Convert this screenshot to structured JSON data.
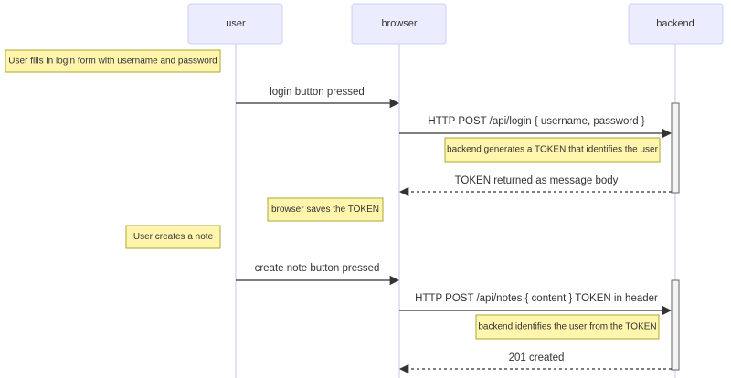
{
  "actors": [
    {
      "id": "user",
      "label": "user"
    },
    {
      "id": "browser",
      "label": "browser"
    },
    {
      "id": "backend",
      "label": "backend"
    }
  ],
  "notes": [
    {
      "text": "User fills in login form with username and password"
    },
    {
      "text": "backend generates a TOKEN that identifies the user"
    },
    {
      "text": "browser saves the TOKEN"
    },
    {
      "text": "User creates a note"
    },
    {
      "text": "backend identifies the user from the TOKEN"
    }
  ],
  "messages": [
    {
      "from": "user",
      "to": "browser",
      "text": "login button pressed",
      "style": "solid"
    },
    {
      "from": "browser",
      "to": "backend",
      "text": "HTTP POST /api/login { username, password }",
      "style": "solid"
    },
    {
      "from": "backend",
      "to": "browser",
      "text": "TOKEN returned as message body",
      "style": "dashed"
    },
    {
      "from": "user",
      "to": "browser",
      "text": "create note button pressed",
      "style": "solid"
    },
    {
      "from": "browser",
      "to": "backend",
      "text": "HTTP POST /api/notes { content } TOKEN in header",
      "style": "solid"
    },
    {
      "from": "backend",
      "to": "browser",
      "text": "201 created",
      "style": "dashed"
    }
  ],
  "colors": {
    "actor_fill": "#ECECFF",
    "actor_stroke": "#CCCCFF",
    "note_fill": "#FFF5AD",
    "note_stroke": "#AAAA33",
    "line": "#333333"
  }
}
